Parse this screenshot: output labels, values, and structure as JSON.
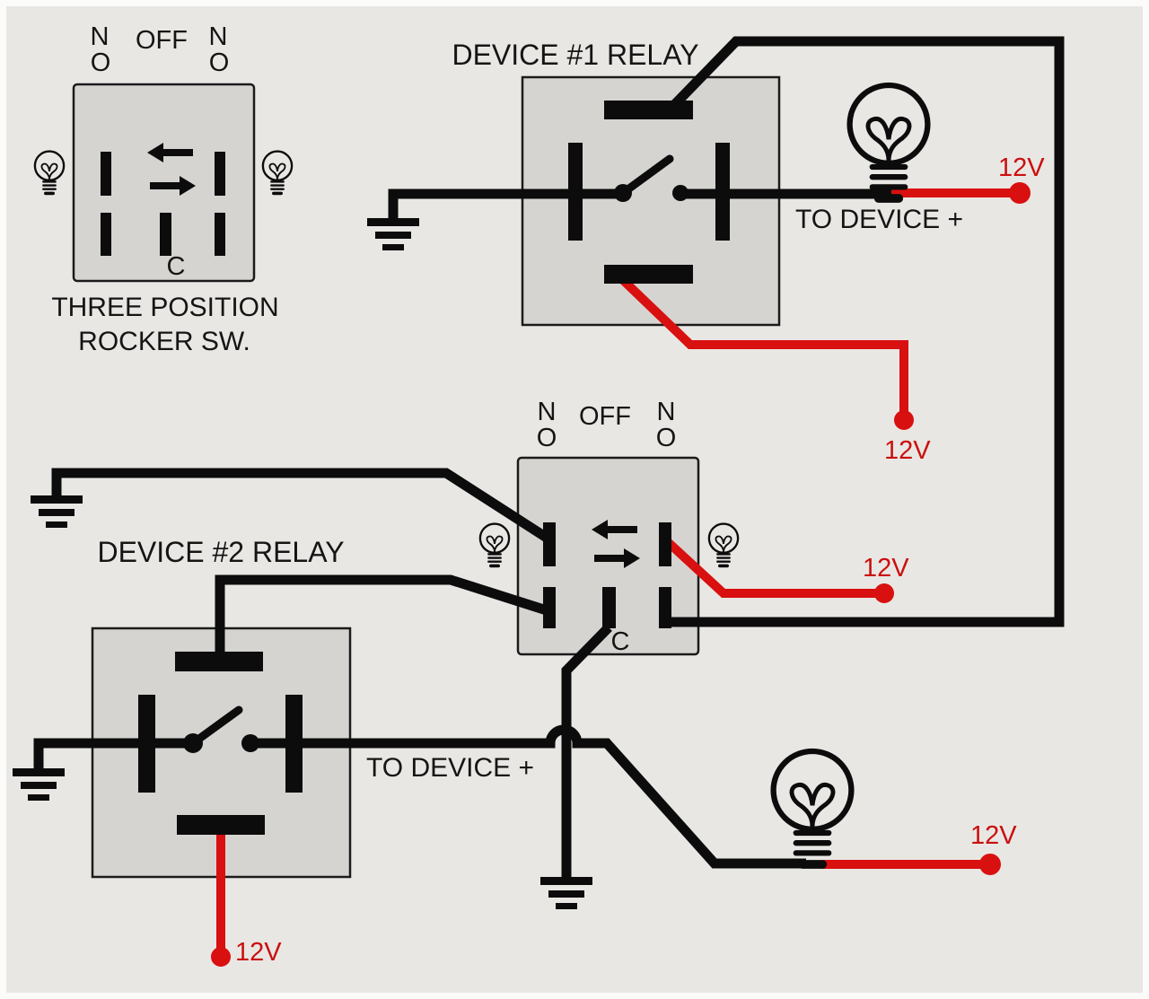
{
  "colors": {
    "background": "#e9e7e4",
    "frame": "#fbfbfa",
    "panel_fill": "#d6d4d1",
    "panel_border": "#1b1b1b",
    "wire_black": "#0c0c0c",
    "wire_red": "#d8100f",
    "text": "#151515",
    "text_red": "#c9100f"
  },
  "rocker_switch_1": {
    "pos_left_line1": "N",
    "pos_left_line2": "O",
    "pos_center": "OFF",
    "pos_right_line1": "N",
    "pos_right_line2": "O",
    "common_label": "C",
    "caption_line1": "THREE POSITION",
    "caption_line2": "ROCKER SW.",
    "left_icon": "light-bulb",
    "right_icon": "light-bulb"
  },
  "relay_1": {
    "title": "DEVICE #1 RELAY",
    "output_label": "TO DEVICE +",
    "lamp_supply_label": "12V",
    "coil_supply_label": "12V"
  },
  "rocker_switch_2": {
    "pos_left_line1": "N",
    "pos_left_line2": "O",
    "pos_center": "OFF",
    "pos_right_line1": "N",
    "pos_right_line2": "O",
    "common_label": "C",
    "supply_label": "12V",
    "left_icon": "light-bulb",
    "right_icon": "light-bulb"
  },
  "relay_2": {
    "title": "DEVICE #2 RELAY",
    "output_label": "TO DEVICE +",
    "lamp_supply_label": "12V",
    "coil_supply_label": "12V"
  }
}
